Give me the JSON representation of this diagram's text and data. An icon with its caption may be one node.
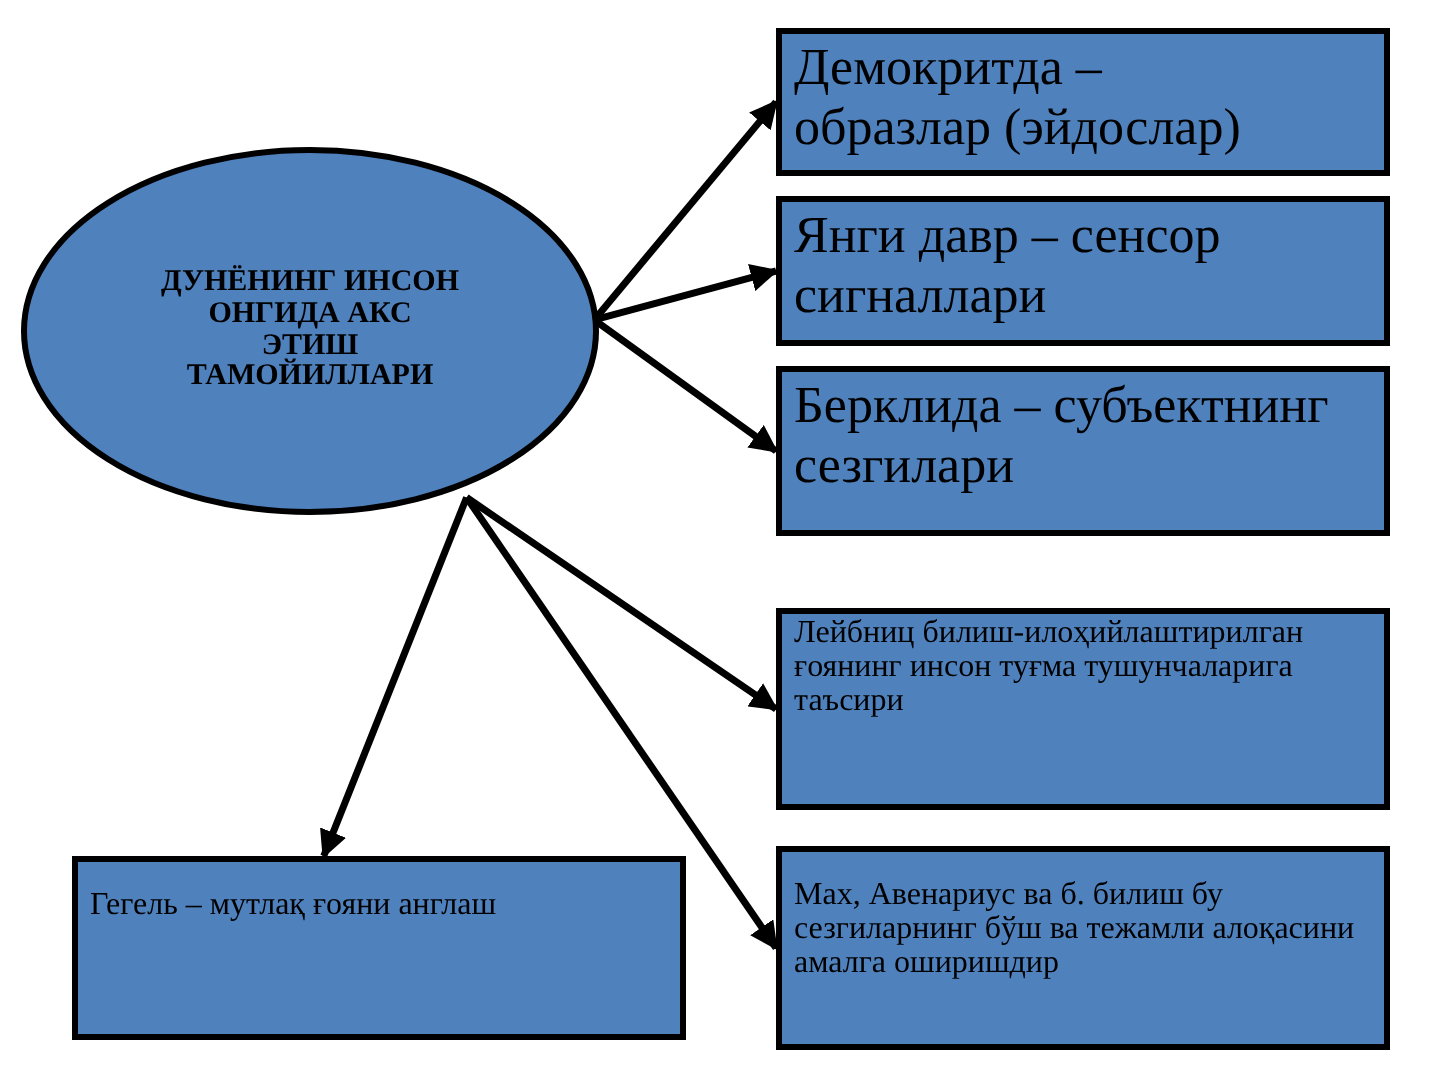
{
  "diagram": {
    "nodes": [
      {
        "text": [
          "ДУНЁНИНГ ИНСОН ОНГИДА АКС ЭТИШ ТАМОЙИЛЛАРИ"
        ]
      },
      {
        "text": [
          "Демокритда – образлар (эйдослар)"
        ]
      },
      {
        "text": [
          "Янги давр  – сенсор сигналлари"
        ]
      },
      {
        "text": [
          "Берклида – субъектнинг сезгилари"
        ]
      },
      {
        "text": [
          "Лейбниц билиш-илоҳийлаштирилган ғоянинг инсон туғма тушунчаларига таъсири"
        ]
      },
      {
        "text": [
          "Гегель – мутлақ ғояни англаш"
        ]
      },
      {
        "text": [
          "Мах, Авенариус ва б. билиш бу сезгиларнинг бўш ва тежамли алоқасини амалга оширишдир"
        ]
      }
    ],
    "edges": [
      {
        "from": 0,
        "to": 1,
        "arrow": "to"
      },
      {
        "from": 0,
        "to": 2,
        "arrow": "to"
      },
      {
        "from": 0,
        "to": 3,
        "arrow": "to"
      },
      {
        "from": 0,
        "to": 4,
        "arrow": "to"
      },
      {
        "from": 0,
        "to": 5,
        "arrow": "to"
      },
      {
        "from": 0,
        "to": 6,
        "arrow": "to"
      }
    ]
  }
}
